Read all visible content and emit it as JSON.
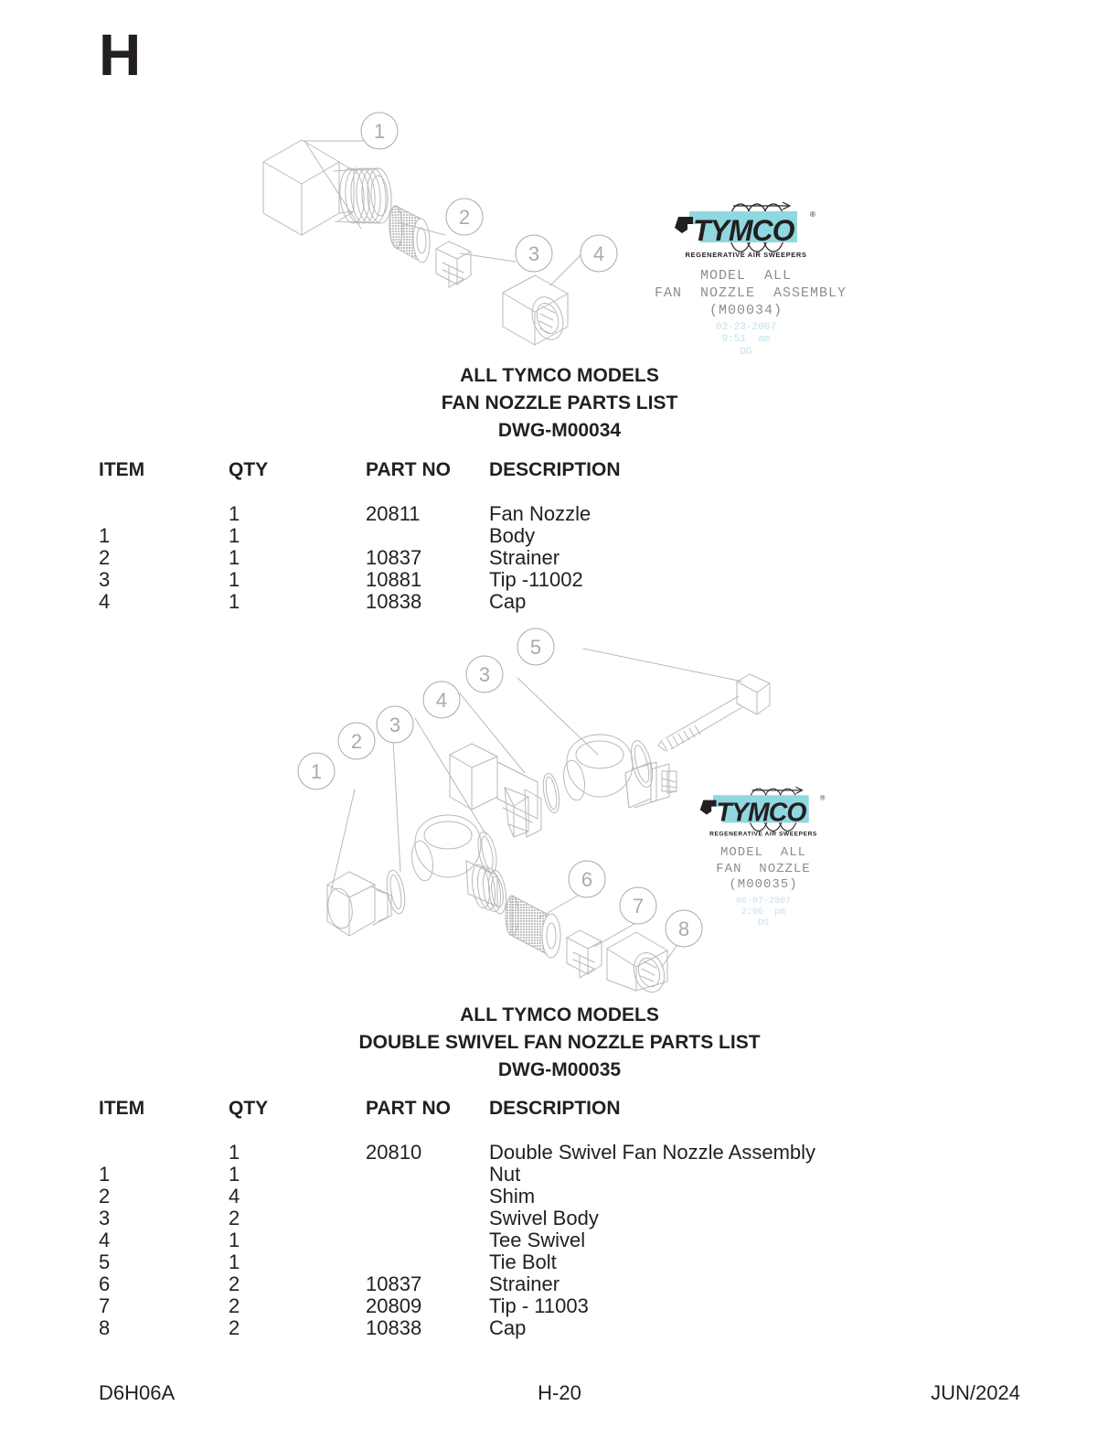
{
  "section_letter": "H",
  "logos": [
    {
      "name": "tymco-logo-m00034",
      "wordmark": "TYMCO",
      "registered": "®",
      "tagline": "REGENERATIVE AIR SWEEPERS",
      "caption_line1": "MODEL  ALL",
      "caption_line2": "FAN  NOZZLE  ASSEMBLY",
      "caption_line3": "(M00034)",
      "stamp_date": "02-23-2007",
      "stamp_time": "9:51  am",
      "stamp_initials": "DG"
    },
    {
      "name": "tymco-logo-m00035",
      "wordmark": "TYMCO",
      "registered": "®",
      "tagline": "REGENERATIVE AIR SWEEPERS",
      "caption_line1": "MODEL  ALL",
      "caption_line2": "FAN  NOZZLE",
      "caption_line3": "(M00035)",
      "stamp_date": "06-07-2007",
      "stamp_time": "2:06  pm",
      "stamp_initials": "DG"
    }
  ],
  "drawings": [
    {
      "name": "fan-nozzle-exploded-view",
      "callouts": [
        "1",
        "2",
        "3",
        "4"
      ]
    },
    {
      "name": "double-swivel-fan-nozzle-exploded-view",
      "callouts": [
        "1",
        "2",
        "3",
        "3",
        "4",
        "5",
        "6",
        "7",
        "8"
      ]
    }
  ],
  "lists": [
    {
      "title_line1": "ALL TYMCO MODELS",
      "title_line2": "FAN NOZZLE PARTS LIST",
      "title_line3": "DWG-M00034",
      "columns": [
        "ITEM",
        "QTY",
        "PART NO",
        "DESCRIPTION"
      ],
      "rows": [
        {
          "item": "",
          "qty": "1",
          "part_no": "20811",
          "description": "Fan Nozzle"
        },
        {
          "item": "1",
          "qty": "1",
          "part_no": "",
          "description": "Body"
        },
        {
          "item": "2",
          "qty": "1",
          "part_no": "10837",
          "description": "Strainer"
        },
        {
          "item": "3",
          "qty": "1",
          "part_no": "10881",
          "description": "Tip -11002"
        },
        {
          "item": "4",
          "qty": "1",
          "part_no": "10838",
          "description": "Cap"
        }
      ]
    },
    {
      "title_line1": "ALL TYMCO MODELS",
      "title_line2": "DOUBLE SWIVEL FAN NOZZLE PARTS LIST",
      "title_line3": "DWG-M00035",
      "columns": [
        "ITEM",
        "QTY",
        "PART NO",
        "DESCRIPTION"
      ],
      "rows": [
        {
          "item": "",
          "qty": "1",
          "part_no": "20810",
          "description": "Double Swivel Fan Nozzle Assembly"
        },
        {
          "item": "1",
          "qty": "1",
          "part_no": "",
          "description": "Nut"
        },
        {
          "item": "2",
          "qty": "4",
          "part_no": "",
          "description": "Shim"
        },
        {
          "item": "3",
          "qty": "2",
          "part_no": "",
          "description": "Swivel Body"
        },
        {
          "item": "4",
          "qty": "1",
          "part_no": "",
          "description": "Tee Swivel"
        },
        {
          "item": "5",
          "qty": "1",
          "part_no": "",
          "description": "Tie Bolt"
        },
        {
          "item": "6",
          "qty": "2",
          "part_no": "10837",
          "description": "Strainer"
        },
        {
          "item": "7",
          "qty": "2",
          "part_no": "20809",
          "description": "Tip - 11003"
        },
        {
          "item": "8",
          "qty": "2",
          "part_no": "10838",
          "description": "Cap"
        }
      ]
    }
  ],
  "footer": {
    "document_code": "D6H06A",
    "page_number": "H-20",
    "revision_date": "JUN/2024"
  },
  "colors": {
    "text": "#231f20",
    "line_art": "#b9b9b9",
    "callout": "#aaaaaa",
    "logo_teal": "#8fd8e0",
    "logo_dark": "#231f20",
    "caption_gray": "#8d8d8d",
    "stamp_blue": "#bfe3ea"
  }
}
